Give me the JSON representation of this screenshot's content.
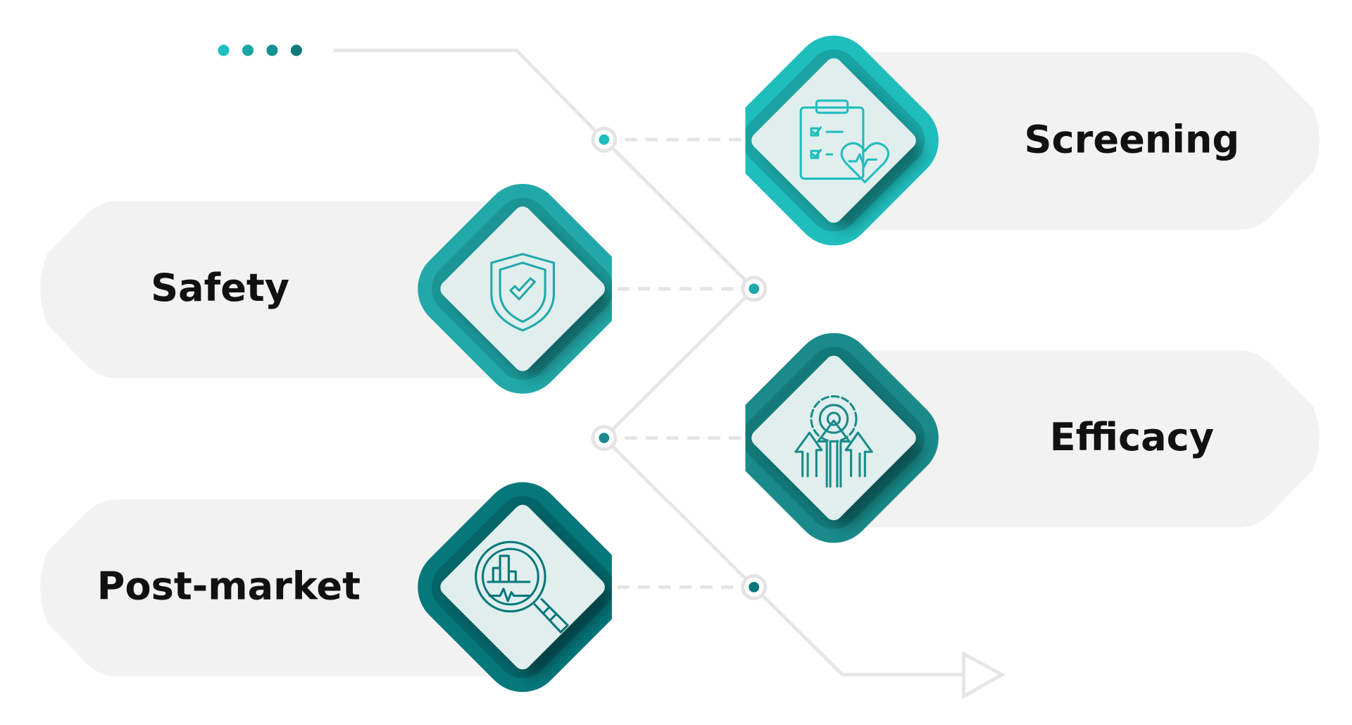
{
  "diagram": {
    "steps": [
      {
        "label": "Screening",
        "icon": "clipboard-heart-icon",
        "color": "#20bdbd",
        "dark": "#1aa3a3",
        "side": "right"
      },
      {
        "label": "Safety",
        "icon": "shield-check-icon",
        "color": "#22a8a8",
        "dark": "#1b9494",
        "side": "left"
      },
      {
        "label": "Efficacy",
        "icon": "gear-arrows-up-icon",
        "color": "#1a8a8a",
        "dark": "#137878",
        "side": "right"
      },
      {
        "label": "Post-market",
        "icon": "magnifier-chart-icon",
        "color": "#06777a",
        "dark": "#046468",
        "side": "left"
      }
    ],
    "dot_colors": [
      "#1fbfbf",
      "#1aa6a6",
      "#158f8f",
      "#0e7a7a"
    ],
    "line_color": "#e6e6e6",
    "banner_color": "#f2f2f2",
    "inner_color": "#e0eeee"
  }
}
